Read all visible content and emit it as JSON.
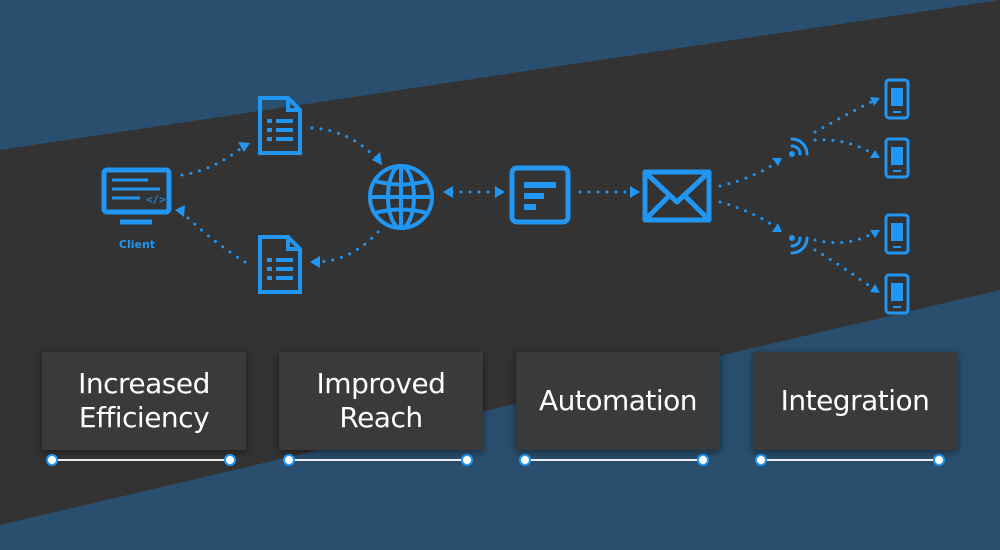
{
  "colors": {
    "accent": "#2196f3",
    "dark": "#333333",
    "blue_bg": "#2a4f6e",
    "card": "#3a3a3a"
  },
  "diagram": {
    "client_label": "Client",
    "nodes": [
      {
        "name": "client-monitor-icon"
      },
      {
        "name": "document-icon-top"
      },
      {
        "name": "document-icon-bottom"
      },
      {
        "name": "globe-icon"
      },
      {
        "name": "form-icon"
      },
      {
        "name": "envelope-icon"
      },
      {
        "name": "signal-icon-top"
      },
      {
        "name": "signal-icon-bottom"
      },
      {
        "name": "phone-icon-1"
      },
      {
        "name": "phone-icon-2"
      },
      {
        "name": "phone-icon-3"
      },
      {
        "name": "phone-icon-4"
      }
    ]
  },
  "cards": [
    {
      "label": "Increased\nEfficiency"
    },
    {
      "label": "Improved\nReach"
    },
    {
      "label": "Automation"
    },
    {
      "label": "Integration"
    }
  ]
}
